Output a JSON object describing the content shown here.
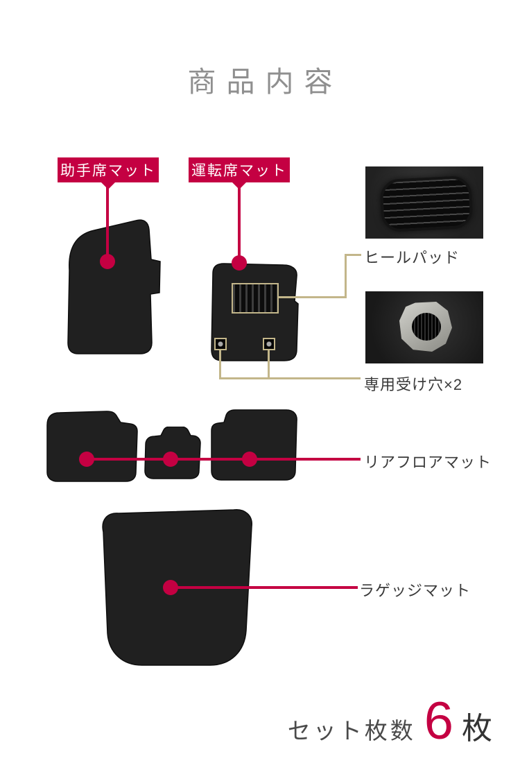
{
  "title": "商品内容",
  "callouts": {
    "passenger": {
      "label": "助手席マット"
    },
    "driver": {
      "label": "運転席マット"
    },
    "heel_pad": {
      "label": "ヒールパッド"
    },
    "holes": {
      "label": "専用受け穴×2"
    },
    "rear": {
      "label": "リアフロアマット"
    },
    "luggage": {
      "label": "ラゲッジマット"
    }
  },
  "footer": {
    "set_label": "セット枚数",
    "count": "6",
    "unit": "枚"
  },
  "colors": {
    "accent": "#c40042",
    "tan_line": "#c3b68a",
    "mat": "#202020",
    "title_gray": "#8f8f8f",
    "label_text": "#3a3a3a"
  }
}
